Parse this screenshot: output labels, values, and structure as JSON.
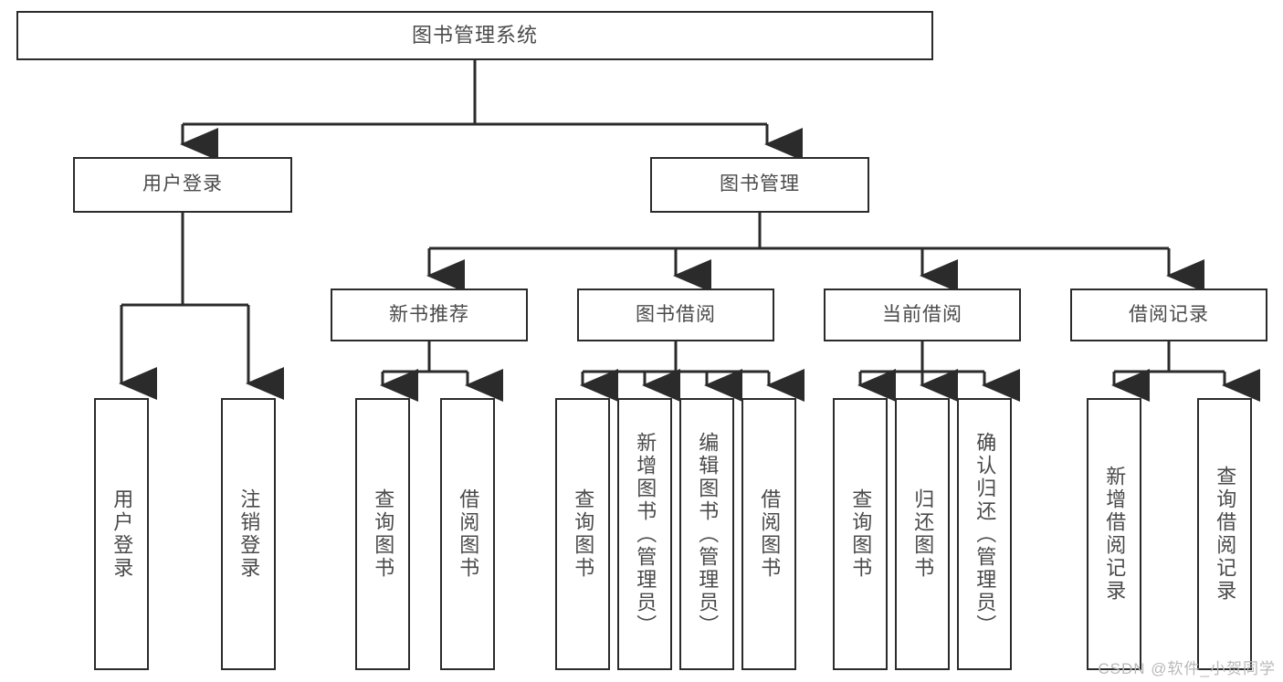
{
  "diagram": {
    "type": "tree",
    "title": "图书管理系统",
    "watermark": "CSDN @软件_小贺同学",
    "colors": {
      "stroke": "#2b2b2b",
      "text": "#4a4a4a",
      "background": "#ffffff",
      "watermark": "#b9b9b9"
    },
    "nodes": {
      "root": {
        "label": "图书管理系统"
      },
      "level2": [
        {
          "label": "用户登录"
        },
        {
          "label": "图书管理"
        }
      ],
      "level3": [
        {
          "label": "新书推荐"
        },
        {
          "label": "图书借阅"
        },
        {
          "label": "当前借阅"
        },
        {
          "label": "借阅记录"
        }
      ],
      "leaves": {
        "user_login": [
          {
            "label": "用户登录"
          },
          {
            "label": "注销登录"
          }
        ],
        "new_book_recommend": [
          {
            "label": "查询图书"
          },
          {
            "label": "借阅图书"
          }
        ],
        "book_borrow": [
          {
            "label": "查询图书"
          },
          {
            "label": "新增图书（管理员）"
          },
          {
            "label": "编辑图书（管理员）"
          },
          {
            "label": "借阅图书"
          }
        ],
        "current_borrow": [
          {
            "label": "查询图书"
          },
          {
            "label": "归还图书"
          },
          {
            "label": "确认归还（管理员）"
          }
        ],
        "borrow_record": [
          {
            "label": "新增借阅记录"
          },
          {
            "label": "查询借阅记录"
          }
        ]
      }
    }
  }
}
